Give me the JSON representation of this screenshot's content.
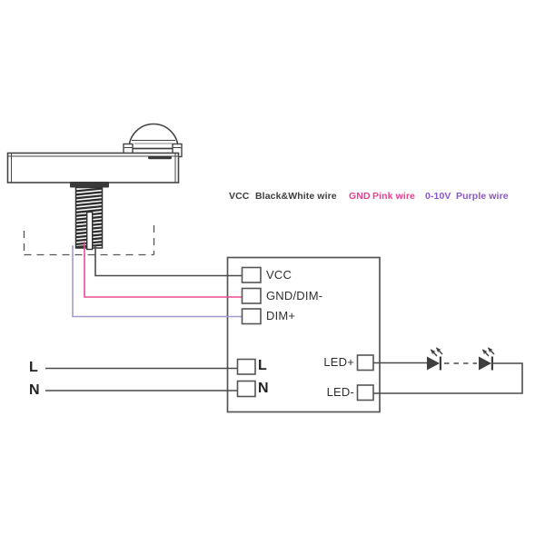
{
  "legend": {
    "items": [
      {
        "term": "VCC",
        "desc": "Black&White wire",
        "color": "#3d3d3d"
      },
      {
        "term": "GND",
        "desc": "Pink wire",
        "color": "#ee3f8f"
      },
      {
        "term": "0-10V",
        "desc": "Purple wire",
        "color": "#8a56c8"
      }
    ]
  },
  "driver": {
    "terminals": {
      "vcc": "VCC",
      "gnd_dim": "GND/DIM-",
      "dim_plus": "DIM+",
      "live": "L",
      "neutral": "N",
      "led_plus": "LED+",
      "led_minus": "LED-"
    }
  },
  "mains": {
    "live": "L",
    "neutral": "N"
  },
  "components": {
    "sensor": "pir-sensor-with-threaded-stem",
    "driver": "led-driver-box",
    "led_string": "led-series-string"
  },
  "colors": {
    "line": "#555555",
    "wire_black": "#4a4a4a",
    "wire_pink": "#ed4a93",
    "wire_purple": "#a19cce",
    "text_dark": "#3d3d3d",
    "text_pink": "#ee3f8f",
    "text_purple": "#8a56c8",
    "led_fill": "#3f3f3f"
  }
}
